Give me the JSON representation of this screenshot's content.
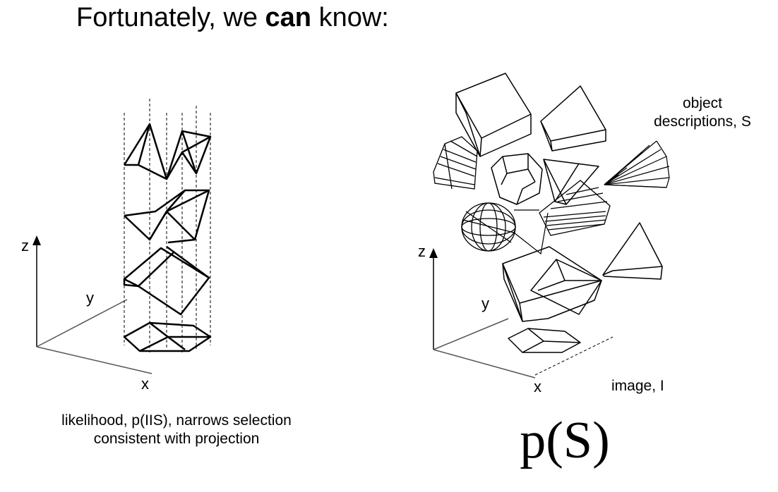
{
  "title": {
    "prefix": "Fortunately, we ",
    "emphasis": "can",
    "suffix": " know:"
  },
  "left_panel": {
    "axis_z": "z",
    "axis_y": "y",
    "axis_x": "x",
    "caption_line1": "likelihood, p(IIS), narrows selection",
    "caption_line2": "consistent with projection"
  },
  "right_panel": {
    "axis_z": "z",
    "axis_y": "y",
    "axis_x": "x",
    "object_label_line1": "object",
    "object_label_line2": "descriptions, S",
    "image_label": "image, I",
    "caption": "p(S)"
  }
}
